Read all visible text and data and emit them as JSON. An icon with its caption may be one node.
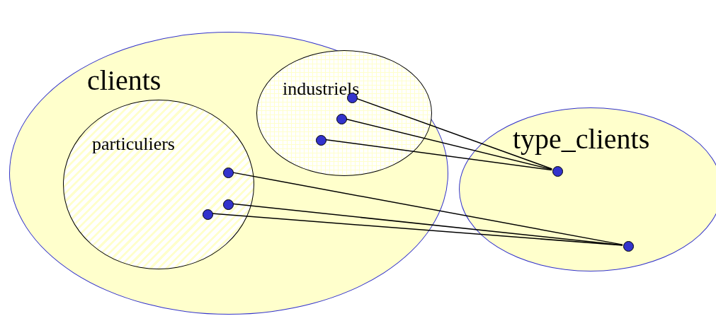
{
  "diagram": {
    "nodes": [
      {
        "text": [
          "clients"
        ]
      },
      {
        "text": [
          "particuliers"
        ],
        "in": 0
      },
      {
        "text": [
          "industriels"
        ],
        "in": 0
      },
      {
        "text": [
          "type_clients"
        ]
      },
      {
        "text": [],
        "shape": "circle",
        "in": 2
      },
      {
        "text": [],
        "shape": "circle",
        "in": 2
      },
      {
        "text": [],
        "shape": "circle",
        "in": 2
      },
      {
        "text": [],
        "shape": "circle",
        "in": 1
      },
      {
        "text": [],
        "shape": "circle",
        "in": 1
      },
      {
        "text": [],
        "shape": "circle",
        "in": 1
      },
      {
        "text": [],
        "shape": "circle",
        "in": 3
      },
      {
        "text": [],
        "shape": "circle",
        "in": 3
      }
    ],
    "edges": [
      {
        "from": 4,
        "to": 10,
        "arrow": "none"
      },
      {
        "from": 5,
        "to": 10,
        "arrow": "none"
      },
      {
        "from": 6,
        "to": 10,
        "arrow": "none"
      },
      {
        "from": 7,
        "to": 11,
        "arrow": "none"
      },
      {
        "from": 8,
        "to": 11,
        "arrow": "none"
      },
      {
        "from": 9,
        "to": 11,
        "arrow": "none"
      }
    ]
  }
}
